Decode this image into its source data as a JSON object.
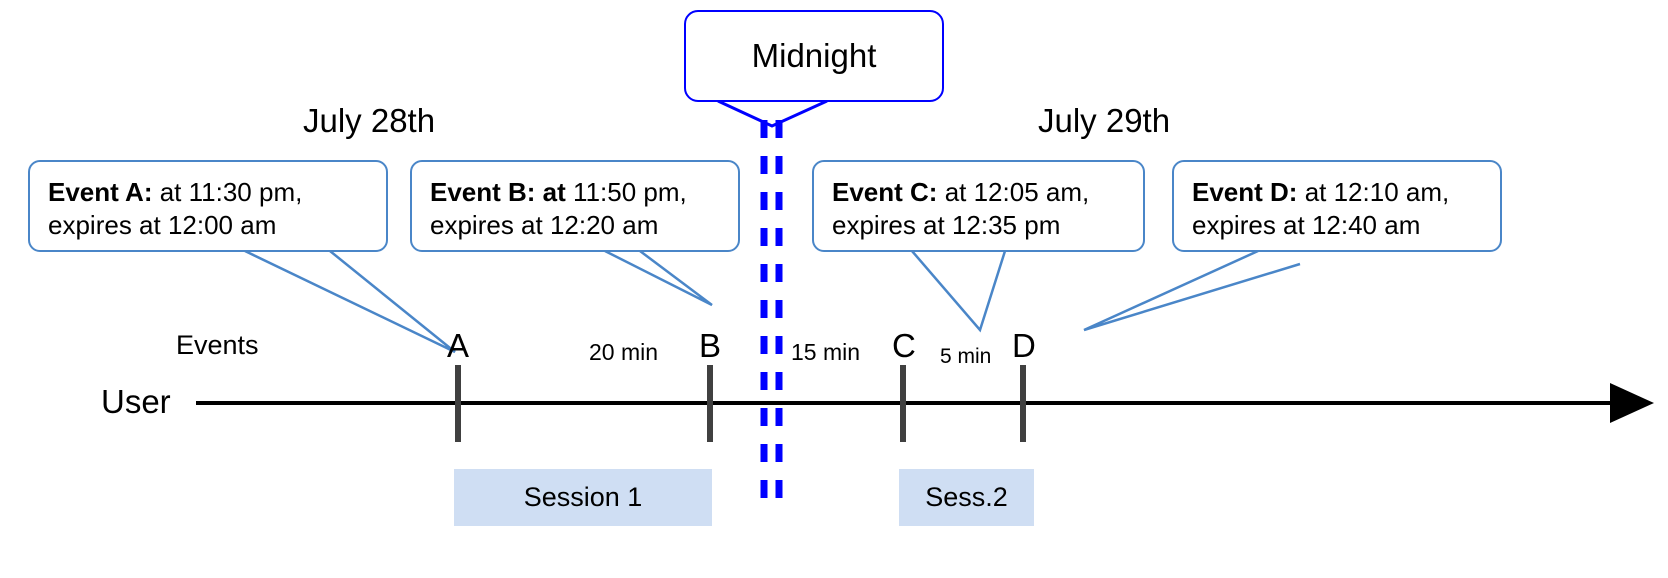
{
  "diagram": {
    "title": "Event expiration across midnight timeline",
    "colors": {
      "callout_border": "#4a86c8",
      "midnight_border": "#0000ff",
      "midnight_dash": "#0000ff",
      "session_fill": "#cfdef3",
      "tick": "#404040",
      "axis": "#000000"
    },
    "midnight": {
      "label": "Midnight"
    },
    "dates": {
      "left": "July 28th",
      "right": "July 29th"
    },
    "lanes": {
      "events": "Events",
      "user": "User"
    },
    "callouts": [
      {
        "id": "event-a",
        "bold": "Event A:",
        "line1_rest": " at 11:30 pm,",
        "line2": "expires at 12:00 am"
      },
      {
        "id": "event-b",
        "bold": "Event B: at",
        "line1_rest": " 11:50 pm,",
        "line2": "expires at 12:20 am"
      },
      {
        "id": "event-c",
        "bold": "Event C:",
        "line1_rest": " at 12:05 am,",
        "line2": "expires at 12:35 pm"
      },
      {
        "id": "event-d",
        "bold": "Event D:",
        "line1_rest": "  at 12:10 am,",
        "line2": "expires at 12:40 am"
      }
    ],
    "events": [
      {
        "letter": "A"
      },
      {
        "letter": "B"
      },
      {
        "letter": "C"
      },
      {
        "letter": "D"
      }
    ],
    "intervals": [
      {
        "label": "20 min"
      },
      {
        "label": "15 min"
      },
      {
        "label": "5 min"
      }
    ],
    "sessions": [
      {
        "label": "Session 1"
      },
      {
        "label": "Sess.2"
      }
    ]
  }
}
